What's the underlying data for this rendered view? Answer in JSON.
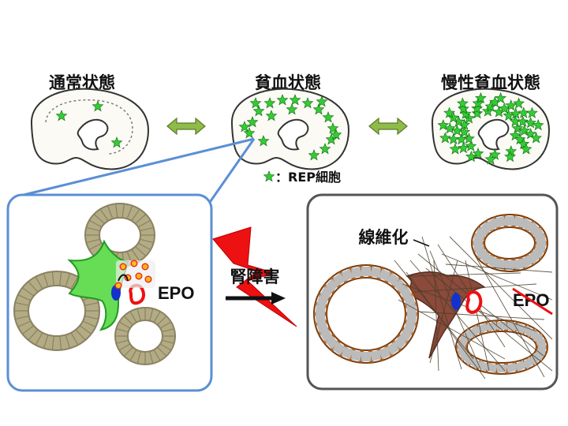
{
  "stages": [
    {
      "label": "通常状態"
    },
    {
      "label": "貧血状態"
    },
    {
      "label": "慢性貧血状態"
    }
  ],
  "legend": {
    "label": "：REP細胞"
  },
  "healthy_panel": {
    "epo_label": "EPO"
  },
  "injury_label": "腎障害",
  "fibrosis_panel": {
    "fibrosis_label": "線維化",
    "epo_label": "EPO"
  },
  "colors": {
    "tubule_fill": "#b3ab84",
    "tubule_stroke": "#8a8262",
    "fibrotic_tubule": "#a85c19",
    "rep_cell": "#33cc33",
    "healthy_border": "#5b8fd6",
    "fibrosis_border": "#555555",
    "injury_bolt": "#ee1111",
    "capillary_red": "#ee1111",
    "capillary_blue": "#1133cc",
    "epo_dot": "#ffbb11",
    "collagen": "#4a3f2a",
    "arrow_green": "#7fa83a"
  },
  "icons": [
    "double-arrow-icon",
    "lightning-bolt-icon",
    "star-cell-icon",
    "kidney-icon"
  ]
}
